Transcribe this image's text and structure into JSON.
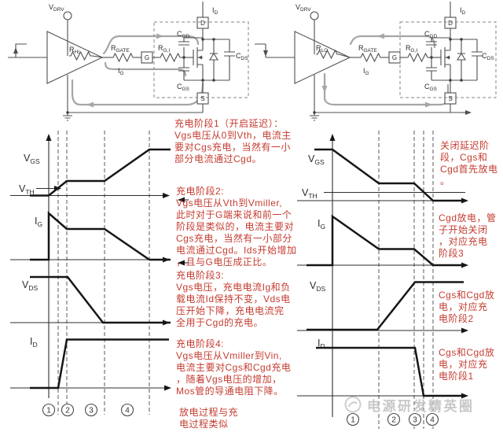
{
  "colors": {
    "annotation_red": "#c43c30",
    "circuit_line": "#4f4f4f",
    "waveform_black": "#161616",
    "gray_loop": "#a6a6a6",
    "watermark_gray": "#c6c6c6"
  },
  "circuit_left": {
    "supply": {
      "base": "V",
      "sub": "DRV"
    },
    "driver_resistor": {
      "base": "R",
      "sub": "HI"
    },
    "gate_resistor": {
      "base": "R",
      "sub": "GATE"
    },
    "gate_current": {
      "base": "I",
      "sub": "G"
    },
    "gate_terminal": "G",
    "internal_resistor": {
      "base": "R",
      "sub": "G,I"
    },
    "cgd": {
      "base": "C",
      "sub": "GD"
    },
    "cgs": {
      "base": "C",
      "sub": "GS"
    },
    "cds": {
      "base": "C",
      "sub": "DS"
    },
    "drain_terminal": "D",
    "source_terminal": "S",
    "drain_current": {
      "base": "I",
      "sub": "D"
    }
  },
  "circuit_right": {
    "supply": {
      "base": "V",
      "sub": "DRV"
    },
    "driver_resistor": {
      "base": "R",
      "sub": "LO"
    },
    "gate_resistor": {
      "base": "R",
      "sub": "GATE"
    },
    "gate_current": {
      "base": "I",
      "sub": "G"
    },
    "gate_terminal": "G",
    "internal_resistor": {
      "base": "R",
      "sub": "G,I"
    },
    "cgd": {
      "base": "C",
      "sub": "GD"
    },
    "cgs": {
      "base": "C",
      "sub": "GS"
    },
    "cds": {
      "base": "C",
      "sub": "DS"
    },
    "drain_terminal": "D",
    "source_terminal": "S",
    "drain_current": {
      "base": "I",
      "sub": "D"
    }
  },
  "plots": {
    "left": {
      "labels": {
        "vgs": {
          "base": "V",
          "sub": "GS"
        },
        "vth": {
          "base": "V",
          "sub": "TH"
        },
        "ig": {
          "base": "I",
          "sub": "G"
        },
        "vds": {
          "base": "V",
          "sub": "DS"
        },
        "id": {
          "base": "I",
          "sub": "D"
        }
      },
      "phases": [
        "1",
        "2",
        "3",
        "4"
      ]
    },
    "right": {
      "labels": {
        "vgs": {
          "base": "V",
          "sub": "GS"
        },
        "vth": {
          "base": "V",
          "sub": "TH"
        },
        "ig": {
          "base": "I",
          "sub": "G"
        },
        "vds": {
          "base": "V",
          "sub": "DS"
        },
        "id": {
          "base": "I",
          "sub": "D"
        }
      },
      "phases": [
        "1",
        "2",
        "3",
        "4"
      ]
    }
  },
  "notes_middle": [
    "充电阶段1（开启延迟）：\nVgs电压从0到Vth，电流主\n要对Cgs充电，当然有一小\n部分电流通过Cgd。",
    "充电阶段2:\nVgs电压从Vth到Vmiller,\n此时对于G端来说和前一个\n阶段是类似的，电流主要对\nCgs充电，当然有一小部分\n电流通过Cgd。Ids开始增加\n，且与G电压成正比。",
    "充电阶段3:\nVgs电压，充电电流Ig和负\n载电流Id保持不变，Vds电\n压开始下降，充电电流完\n全用于Cgd的充电。",
    "充电阶段4:\nVgs电压从Vmiller到Vin,\n电流主要对Cgs和Cgd充电\n，随着Vgs电压的增加，\nMos管的导通电阻下降。",
    "放电过程与充\n电过程类似"
  ],
  "notes_right": [
    "关闭延迟阶\n段，Cgs和\nCgd首先放电\n。",
    "Cgd放电，管\n子开始关闭\n，对应充电\n阶段3",
    "Cgs和Cgd放\n电，对应充\n电阶段2",
    "Cgs和Cgd放\n电，对应充\n电阶段1"
  ],
  "watermark": "电源研发精英圈"
}
